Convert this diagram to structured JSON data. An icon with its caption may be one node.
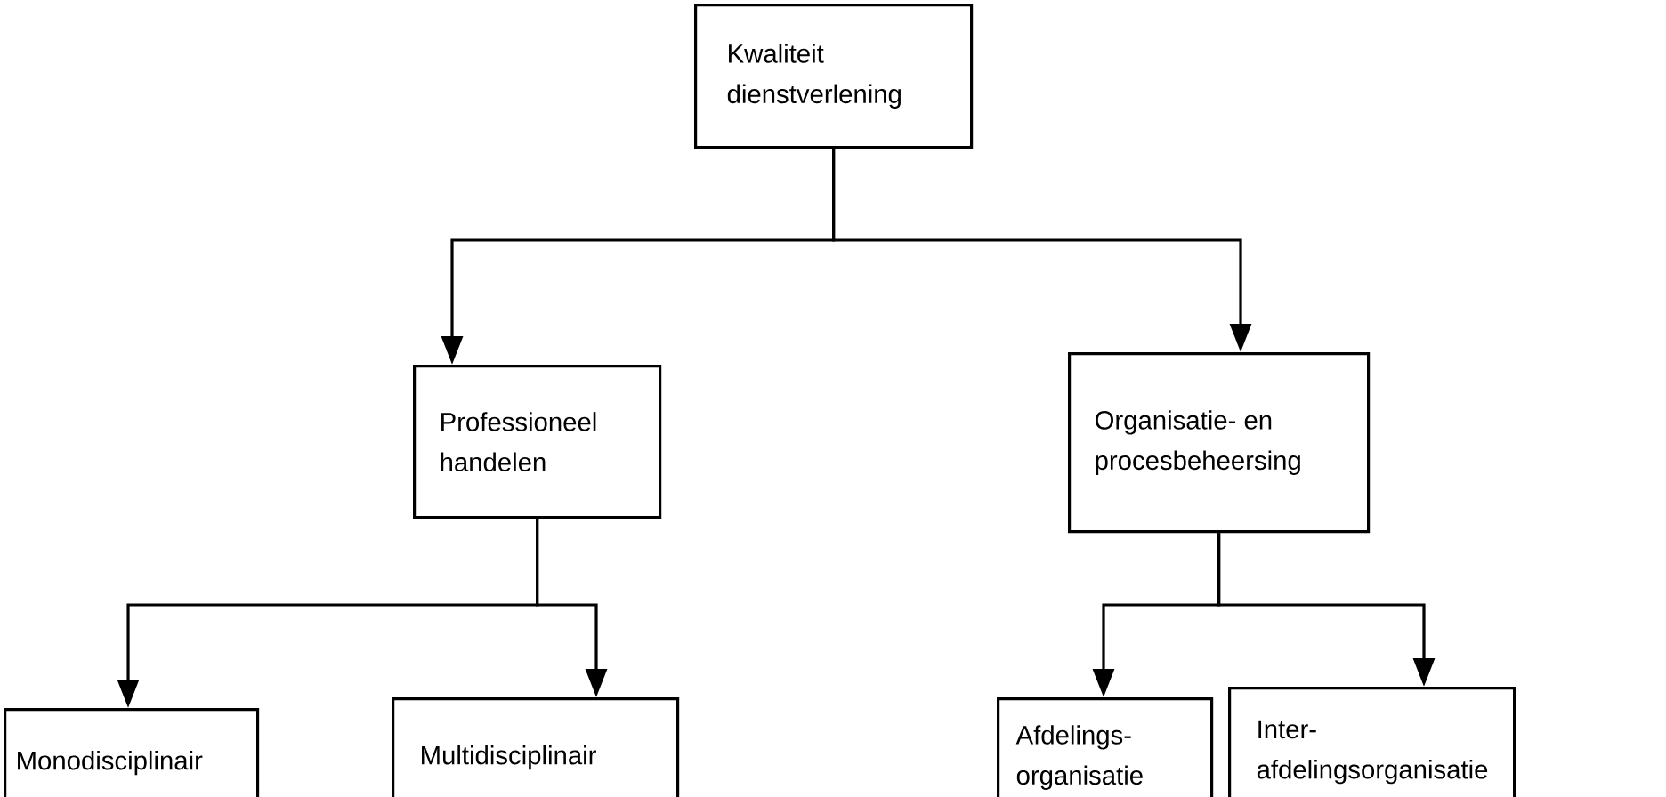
{
  "diagram": {
    "nodes": [
      {
        "text": [
          "Kwaliteit dienstverlening"
        ]
      },
      {
        "text": [
          "Professioneel handelen"
        ]
      },
      {
        "text": [
          "Organisatie- en procesbeheersing"
        ]
      },
      {
        "text": [
          "Monodisciplinair"
        ]
      },
      {
        "text": [
          "Multidisciplinair"
        ]
      },
      {
        "text": [
          "Afdelings-organisatie"
        ]
      },
      {
        "text": [
          "Inter-afdelingsorganisatie"
        ]
      }
    ],
    "edges": [
      {
        "from": 0,
        "to": 1,
        "arrow": "to"
      },
      {
        "from": 0,
        "to": 2,
        "arrow": "to"
      },
      {
        "from": 1,
        "to": 3,
        "arrow": "to"
      },
      {
        "from": 1,
        "to": 4,
        "arrow": "to"
      },
      {
        "from": 2,
        "to": 5,
        "arrow": "to"
      },
      {
        "from": 2,
        "to": 6,
        "arrow": "to"
      }
    ]
  }
}
